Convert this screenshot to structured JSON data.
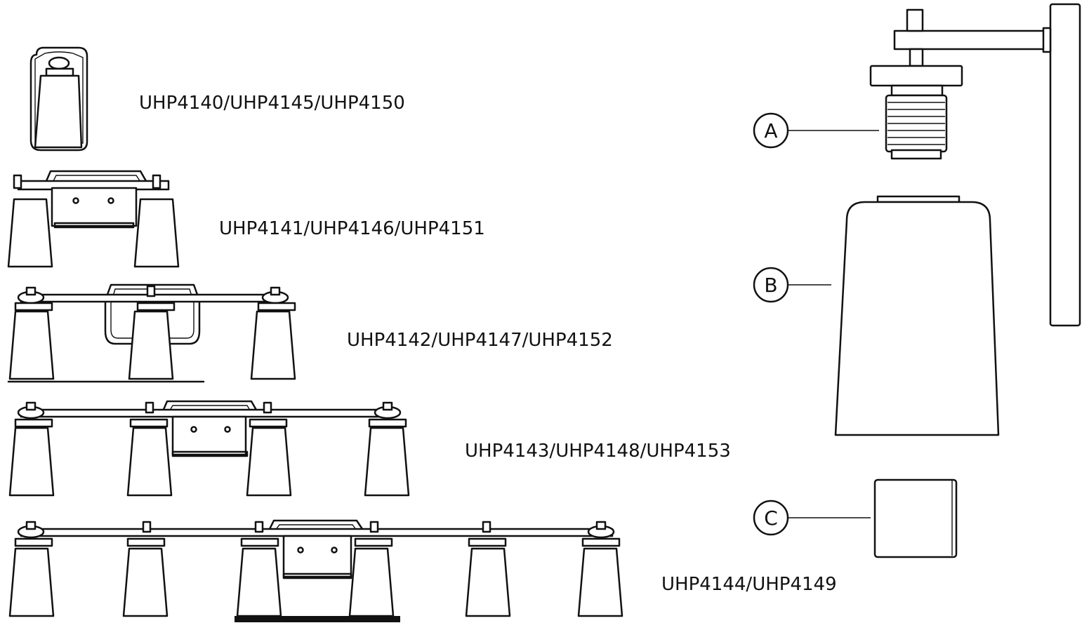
{
  "colors": {
    "line": "#111111",
    "background": "#ffffff"
  },
  "models": [
    {
      "label": "UHP4140/UHP4145/UHP4150",
      "lights": 1
    },
    {
      "label": "UHP4141/UHP4146/UHP4151",
      "lights": 2
    },
    {
      "label": "UHP4142/UHP4147/UHP4152",
      "lights": 3
    },
    {
      "label": "UHP4143/UHP4148/UHP4153",
      "lights": 4
    },
    {
      "label": "UHP4144/UHP4149",
      "lights": 6
    }
  ],
  "parts": [
    {
      "letter": "A",
      "part": "socket-assembly"
    },
    {
      "letter": "B",
      "part": "glass-shade"
    },
    {
      "letter": "C",
      "part": "small-box"
    }
  ]
}
